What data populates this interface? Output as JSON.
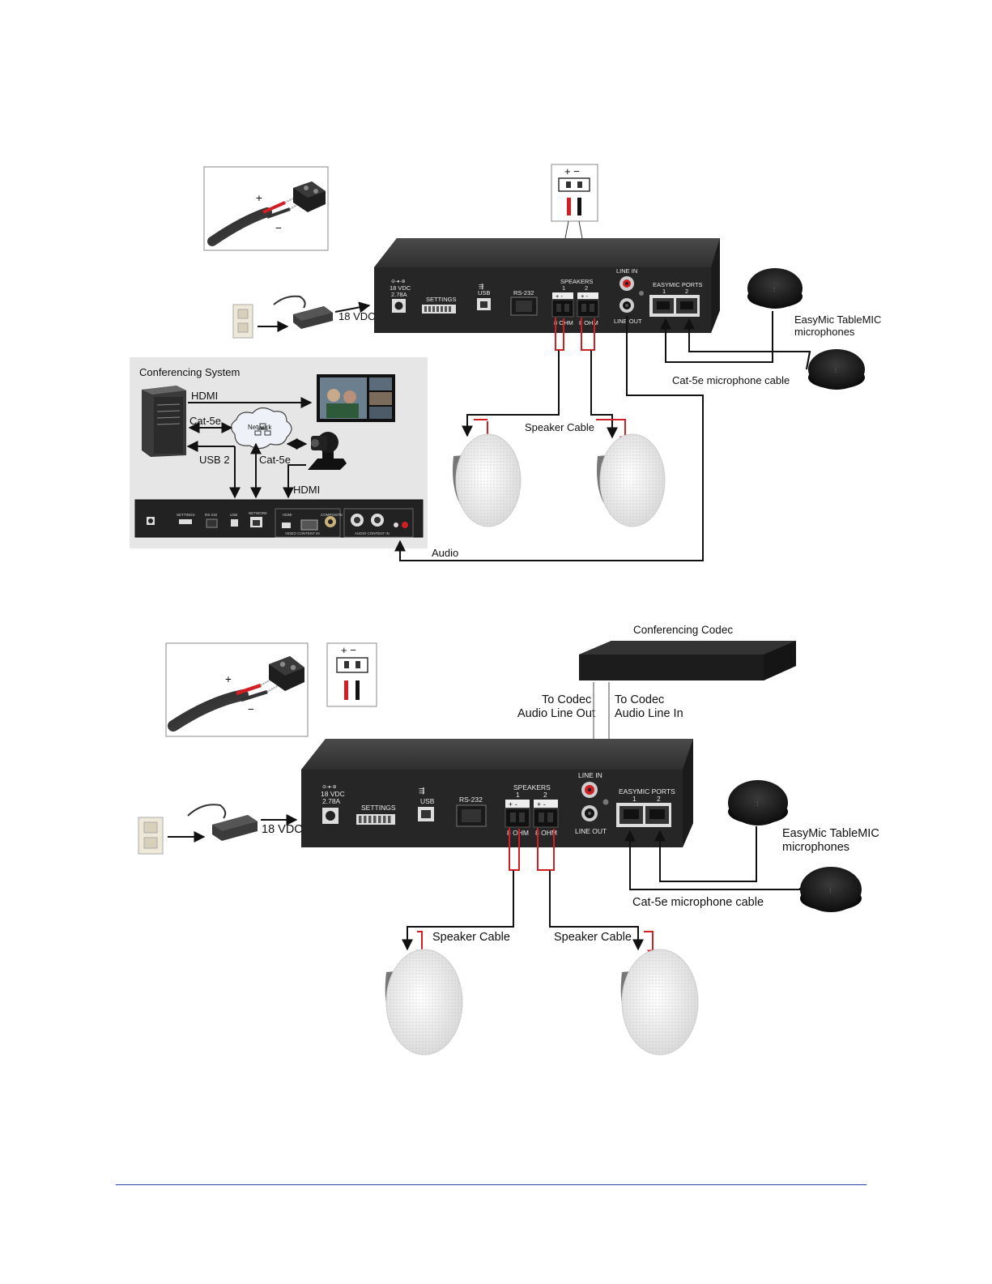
{
  "diagram1": {
    "power_label": "18 VDC",
    "conferencing_system_title": "Conferencing System",
    "hdmi_top": "HDMI",
    "cat5e_left": "Cat-5e",
    "network": "Network",
    "cat5e_mid": "Cat-5e",
    "usb2": "USB 2",
    "hdmi_bottom": "HDMI",
    "audio": "Audio",
    "speaker_cable": "Speaker Cable",
    "mics_line1": "EasyMic TableMIC",
    "mics_line2": "microphones",
    "mic_cable": "Cat-5e microphone cable"
  },
  "diagram2": {
    "codec_title": "Conferencing Codec",
    "to_codec_out_1": "To Codec",
    "to_codec_out_2": "Audio Line Out",
    "to_codec_in_1": "To Codec",
    "to_codec_in_2": "Audio Line In",
    "power_label": "18 VDC",
    "speaker_cable_left": "Speaker Cable",
    "speaker_cable_right": "Speaker Cable",
    "mics_line1": "EasyMic TableMIC",
    "mics_line2": "microphones",
    "mic_cable": "Cat-5e microphone cable"
  },
  "terminal": {
    "plus": "+",
    "minus": "−",
    "polarity": "+ −"
  },
  "device_panel": {
    "dc_in_1": "18 VDC",
    "dc_in_2": "2.78A",
    "settings": "SETTINGS",
    "usb": "USB",
    "rs232": "RS-232",
    "speakers": "SPEAKERS",
    "spk1": "1",
    "spk2": "2",
    "ohm": "8 OHM",
    "line_in": "LINE IN",
    "line_out": "LINE OUT",
    "easymic_ports": "EASYMIC PORTS",
    "port1": "1",
    "port2": "2"
  },
  "colors": {
    "wire_red": "#d21f24",
    "device_body": "#2b2b2b",
    "panel_bg": "#e6e6e6",
    "footer_rule": "#2a3ea8"
  }
}
